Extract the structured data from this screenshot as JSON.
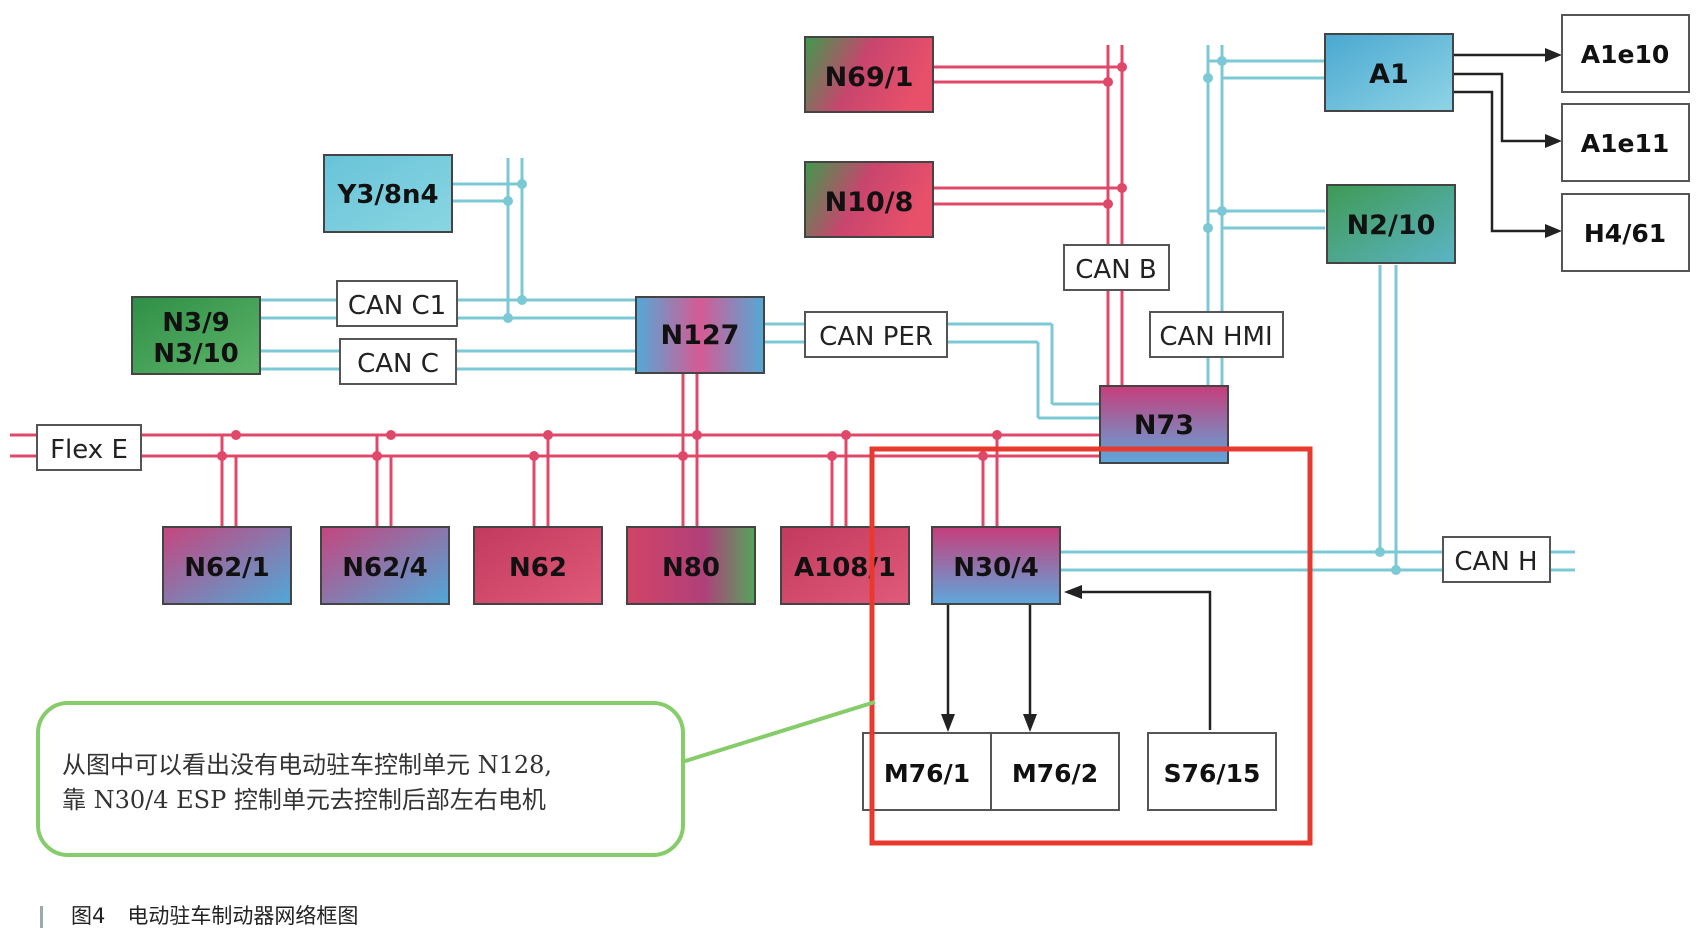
{
  "modules": {
    "n69_1": "N69/1",
    "n10_8": "N10/8",
    "a1": "A1",
    "a1e10": "A1e10",
    "a1e11": "A1e11",
    "h4_61": "H4/61",
    "n2_10": "N2/10",
    "y3_8n4": "Y3/8n4",
    "n3_9": "N3/9",
    "n3_10": "N3/10",
    "n127": "N127",
    "n73": "N73",
    "n62_1": "N62/1",
    "n62_4": "N62/4",
    "n62": "N62",
    "n80": "N80",
    "a108_1": "A108/1",
    "n30_4": "N30/4",
    "m76_1": "M76/1",
    "m76_2": "M76/2",
    "s76_15": "S76/15"
  },
  "buses": {
    "can_c1": "CAN C1",
    "can_c": "CAN C",
    "can_per": "CAN PER",
    "can_b": "CAN B",
    "can_hmi": "CAN HMI",
    "flex_e": "Flex E",
    "can_h": "CAN H"
  },
  "note": {
    "line1": "从图中可以看出没有电动驻车控制单元 N128,",
    "line2": "靠 N30/4 ESP 控制单元去控制后部左右电机"
  },
  "caption": {
    "figure_number": "图4",
    "title": "电动驻车制动器网络框图"
  },
  "colors": {
    "can_line": "#7cc9d6",
    "flex_line": "#e0486a",
    "highlight_box": "#e8392f",
    "note_border": "#86cc6a"
  }
}
